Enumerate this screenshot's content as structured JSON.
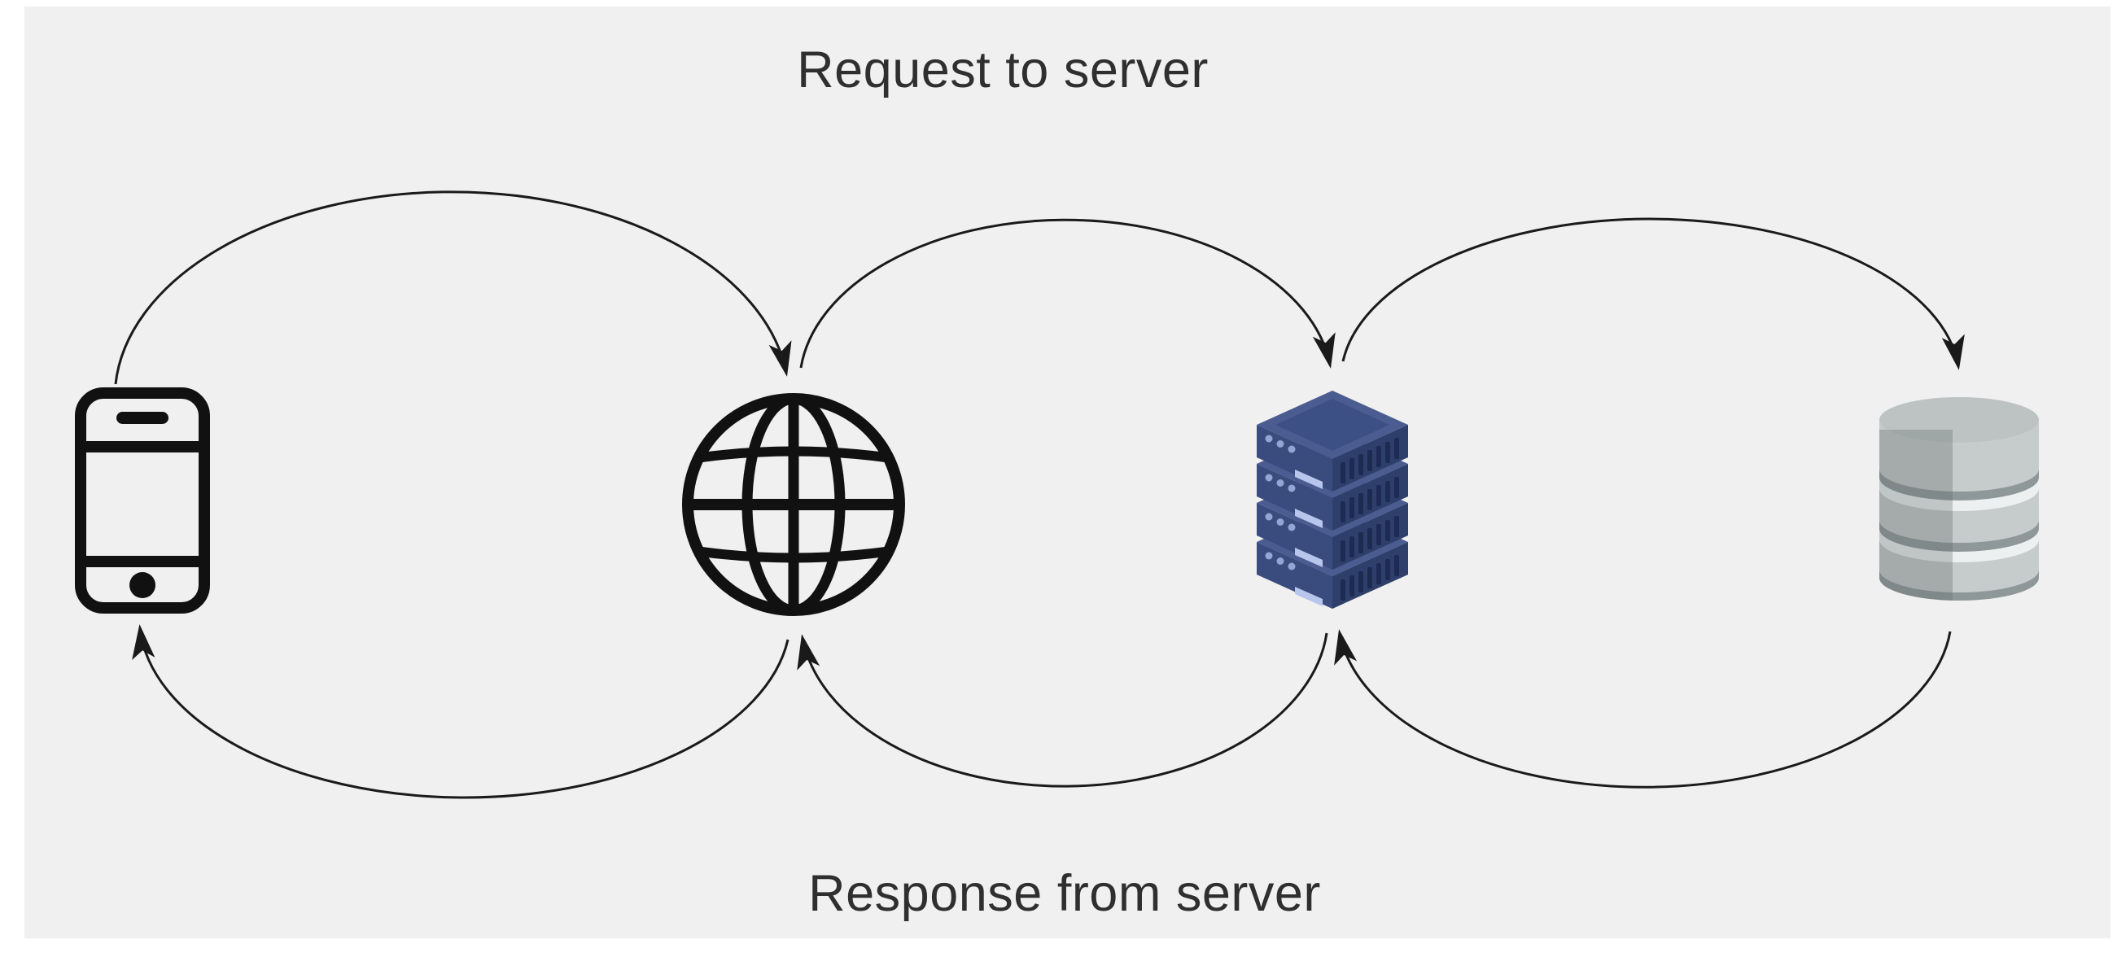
{
  "diagram": {
    "title": "Request to server",
    "response_label": "Response from server",
    "nodes": [
      {
        "id": "client",
        "icon": "smartphone-icon"
      },
      {
        "id": "internet",
        "icon": "globe-icon"
      },
      {
        "id": "web-server",
        "icon": "server-stack-icon"
      },
      {
        "id": "database",
        "icon": "database-icon"
      }
    ],
    "flows": [
      {
        "name": "request",
        "label": "Request to server",
        "position": "top",
        "path": [
          "client",
          "internet",
          "web-server",
          "database"
        ]
      },
      {
        "name": "response",
        "label": "Response from server",
        "position": "bottom",
        "path": [
          "database",
          "web-server",
          "internet",
          "client"
        ]
      }
    ],
    "colors": {
      "page": "#ffffff",
      "background": "#f0f0f0",
      "line": "#1a1a1a",
      "text": "#2f2f2f",
      "icon_black": "#111111",
      "server_top": "#4a5c90",
      "server_left": "#3a4b7e",
      "server_right": "#2f3f6b",
      "server_vent": "#1d2a52",
      "server_slot": "#b8c5ec",
      "db_body": "#c6cbcb",
      "db_top": "#bdc3c3",
      "db_band_dark": "#8e9898",
      "db_band_light": "#edf0f0",
      "db_shadow": "#5f6a6a"
    }
  }
}
